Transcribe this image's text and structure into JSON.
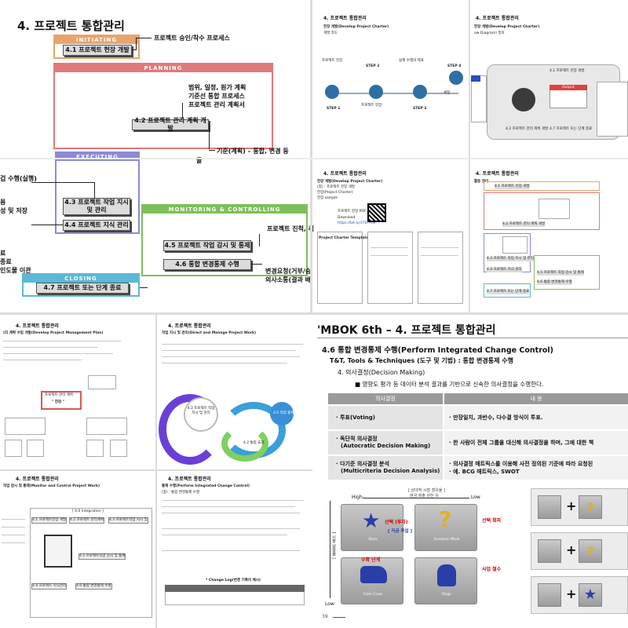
{
  "main_diagram": {
    "title": "4. 프로젝트 통합관리",
    "initiating": {
      "label": "INITIATING",
      "process": "4.1 프로젝트 헌장 개발",
      "note": "프로젝트 승인/착수 프로세스"
    },
    "planning": {
      "label": "PLANNING",
      "process": "4.2 프로젝트 관리 계획 개발",
      "note": [
        "범위, 일정, 원가 계획",
        "기준선 통합 프로세스",
        "프로젝트 관리 계획서"
      ],
      "note2": "기준(계획) – 통합, 변경 등",
      "note3": "률"
    },
    "executing": {
      "label": "EXECUTING",
      "p1": [
        "4.3 프로젝트 작업 지시",
        "및 관리"
      ],
      "p2": "4.4 프로젝트 지식 관리",
      "left_note1": "겁 수행(실행)",
      "left_note2": [
        "용",
        "성 및 저장"
      ]
    },
    "monitoring": {
      "label": "MONITORING & CONTROLLING",
      "p1": "4.5 프로젝트 작업 감시 및 통제",
      "p2": "4.6 통합 변경통제 수행",
      "note1": "프로젝트 진척, 리",
      "note2": [
        "변경요청(거부/승",
        "의사소통(결과 배"
      ]
    },
    "closing": {
      "label": "CLOSING",
      "process": "4.7 프로젝트 또는 단계 종료",
      "left_note": [
        "료",
        "종료",
        "인도물 이관"
      ]
    }
  },
  "thumb_a": {
    "title": "4. 프로젝트 통합관리",
    "subtitle": "헌장 개발(Develop Project Charter)",
    "sub2": "개발 작도",
    "steps": [
      "STEP 1",
      "STEP 2",
      "STEP 3",
      "STEP 4"
    ],
    "step_texts": [
      "프로젝트 헌장",
      "프로젝트 헌장",
      "실제 수행의 제표",
      "세정"
    ]
  },
  "thumb_b": {
    "title": "4. 프로젝트 통합관리",
    "subtitle": "헌장 개발(Develop Project Charter)",
    "sub2": "ow Diagram) 정의",
    "labels": [
      "4.1 프로젝트 헌장 개발",
      "Output",
      "4.2 프로젝트 관리 계획 개발",
      "4.7 프로젝트 또는 단계 종료"
    ]
  },
  "thumb_c": {
    "title": "4. 프로젝트 통합관리",
    "subtitle": "헌장 개발(Develop Project Charter)",
    "items": [
      "(참) : 프로젝트 헌장 개발",
      "헌장(Project Charter)",
      "헌장 sample"
    ],
    "file": "프로젝트 헌장.PDF",
    "download": "Download",
    "link": "https://bit.ly/37Ef7eN",
    "doc_label": "Project Charter Template"
  },
  "thumb_d": {
    "title": "4. 프로젝트 통합관리",
    "subtitle": "활동 정리",
    "labels": [
      "4.1 프로젝트 헌장 개발",
      "4.2 프로젝트 관리 계획 개발",
      "4.3 프로젝트 작업 지시 및 관리",
      "4.4 프로젝트 지식 관리",
      "4.5 프로젝트 작업 감시 및 통제",
      "4.6 통합 변경통제 수행",
      "4.7 프로젝트 또는 단계 종료"
    ]
  },
  "thumb_e": {
    "title": "4. 프로젝트 통합관리",
    "subtitle": "(리 계획 수립 개발(Develop Project Management Plan)",
    "box": "프로젝트 관리 계획",
    "quote": "\" 헌장 \""
  },
  "thumb_f": {
    "title": "4. 프로젝트 통합관리",
    "subtitle": "작업 지시 및 관리(Direct and Manage Project Work)",
    "labels": [
      "4.3 프로젝트 작업 지시 및 관리",
      "4.5 작업 통제",
      "4.2 통합 효과"
    ]
  },
  "thumb_g": {
    "title": "4. 프로젝트 통합관리",
    "subtitle": "작업 감시 및 통제(Monitor and Control Project Work)",
    "header": "[ 4.0 Integration ]",
    "labels": [
      "4.1 프로젝트헌장 개발",
      "4.2 프로젝트 관리계획",
      "4.3 프로젝트작업 지시 및",
      "4.5 프로젝트작업 감시 및 통제",
      "4.4 프로젝트 지식관리",
      "4.6 통합 변경통제 수행"
    ]
  },
  "thumb_h": {
    "title": "4. 프로젝트 통합관리",
    "subtitle": "통제 수행(Perform Integrated Change Control)",
    "sub2": "(참) : 통합 변경통제 수행",
    "table_title": "* Change Log(변경 기록의 예시)"
  },
  "slide": {
    "title": "'MBOK 6th – 4. 프로젝트 통합관리",
    "bullet1": "4.6 통합 변경통제 수행(Perform Integrated Change Control)",
    "bullet2": "T&T, Tools & Techniques (도구 및 기법) : 통합 변경통제 수행",
    "bullet3": "4.  의사결정(Decision Making)",
    "bullet4": "■ 영향도 평가 등 데이터 분석 결과를 기반으로 신속한 의사결정을 수행한다.",
    "table": {
      "headers": [
        "의사결정",
        "내 용"
      ],
      "rows": [
        {
          "left": [
            "· 투표(Voting)"
          ],
          "right": [
            "· 만장일치, 과반수, 다수결 방식이 투표."
          ]
        },
        {
          "left": [
            "· 독단적 의사결정",
            "(Autocratic Decision Making)"
          ],
          "right": [
            "· 한 사람이 전체 그룹을 대신해 의사결정을 하며, 그에 대한 책"
          ]
        },
        {
          "left": [
            "· 다기준 의사결정 분석",
            "(Multicriteria Decision Analysis)"
          ],
          "right": [
            "· 의사결정 매트릭스를 이용해 사전 정의된 기준에 따라 요청된",
            "· 예. BCG 매트릭스, SWOT"
          ]
        }
      ]
    },
    "bcg": {
      "title": "[ 상대적 시장 점유율 ]",
      "subtitle": "현금 창출 원천 유",
      "high": "High",
      "low": "Low",
      "low_bottom": "Low",
      "yaxis": "[ 시장 성장률 ]",
      "stars": "Stars",
      "question": "Question Mark",
      "cash": "Cash Cows",
      "dogs": "Dogs",
      "r1": "선택 (투자)",
      "r2": "[ 자금 투입 ]",
      "r3": "선택 회피",
      "r4": "수확 단계",
      "r5": "사업 철수",
      "cards": [
        "Cash Cows",
        "Question Mark",
        "Stars"
      ],
      "page": "39"
    }
  }
}
